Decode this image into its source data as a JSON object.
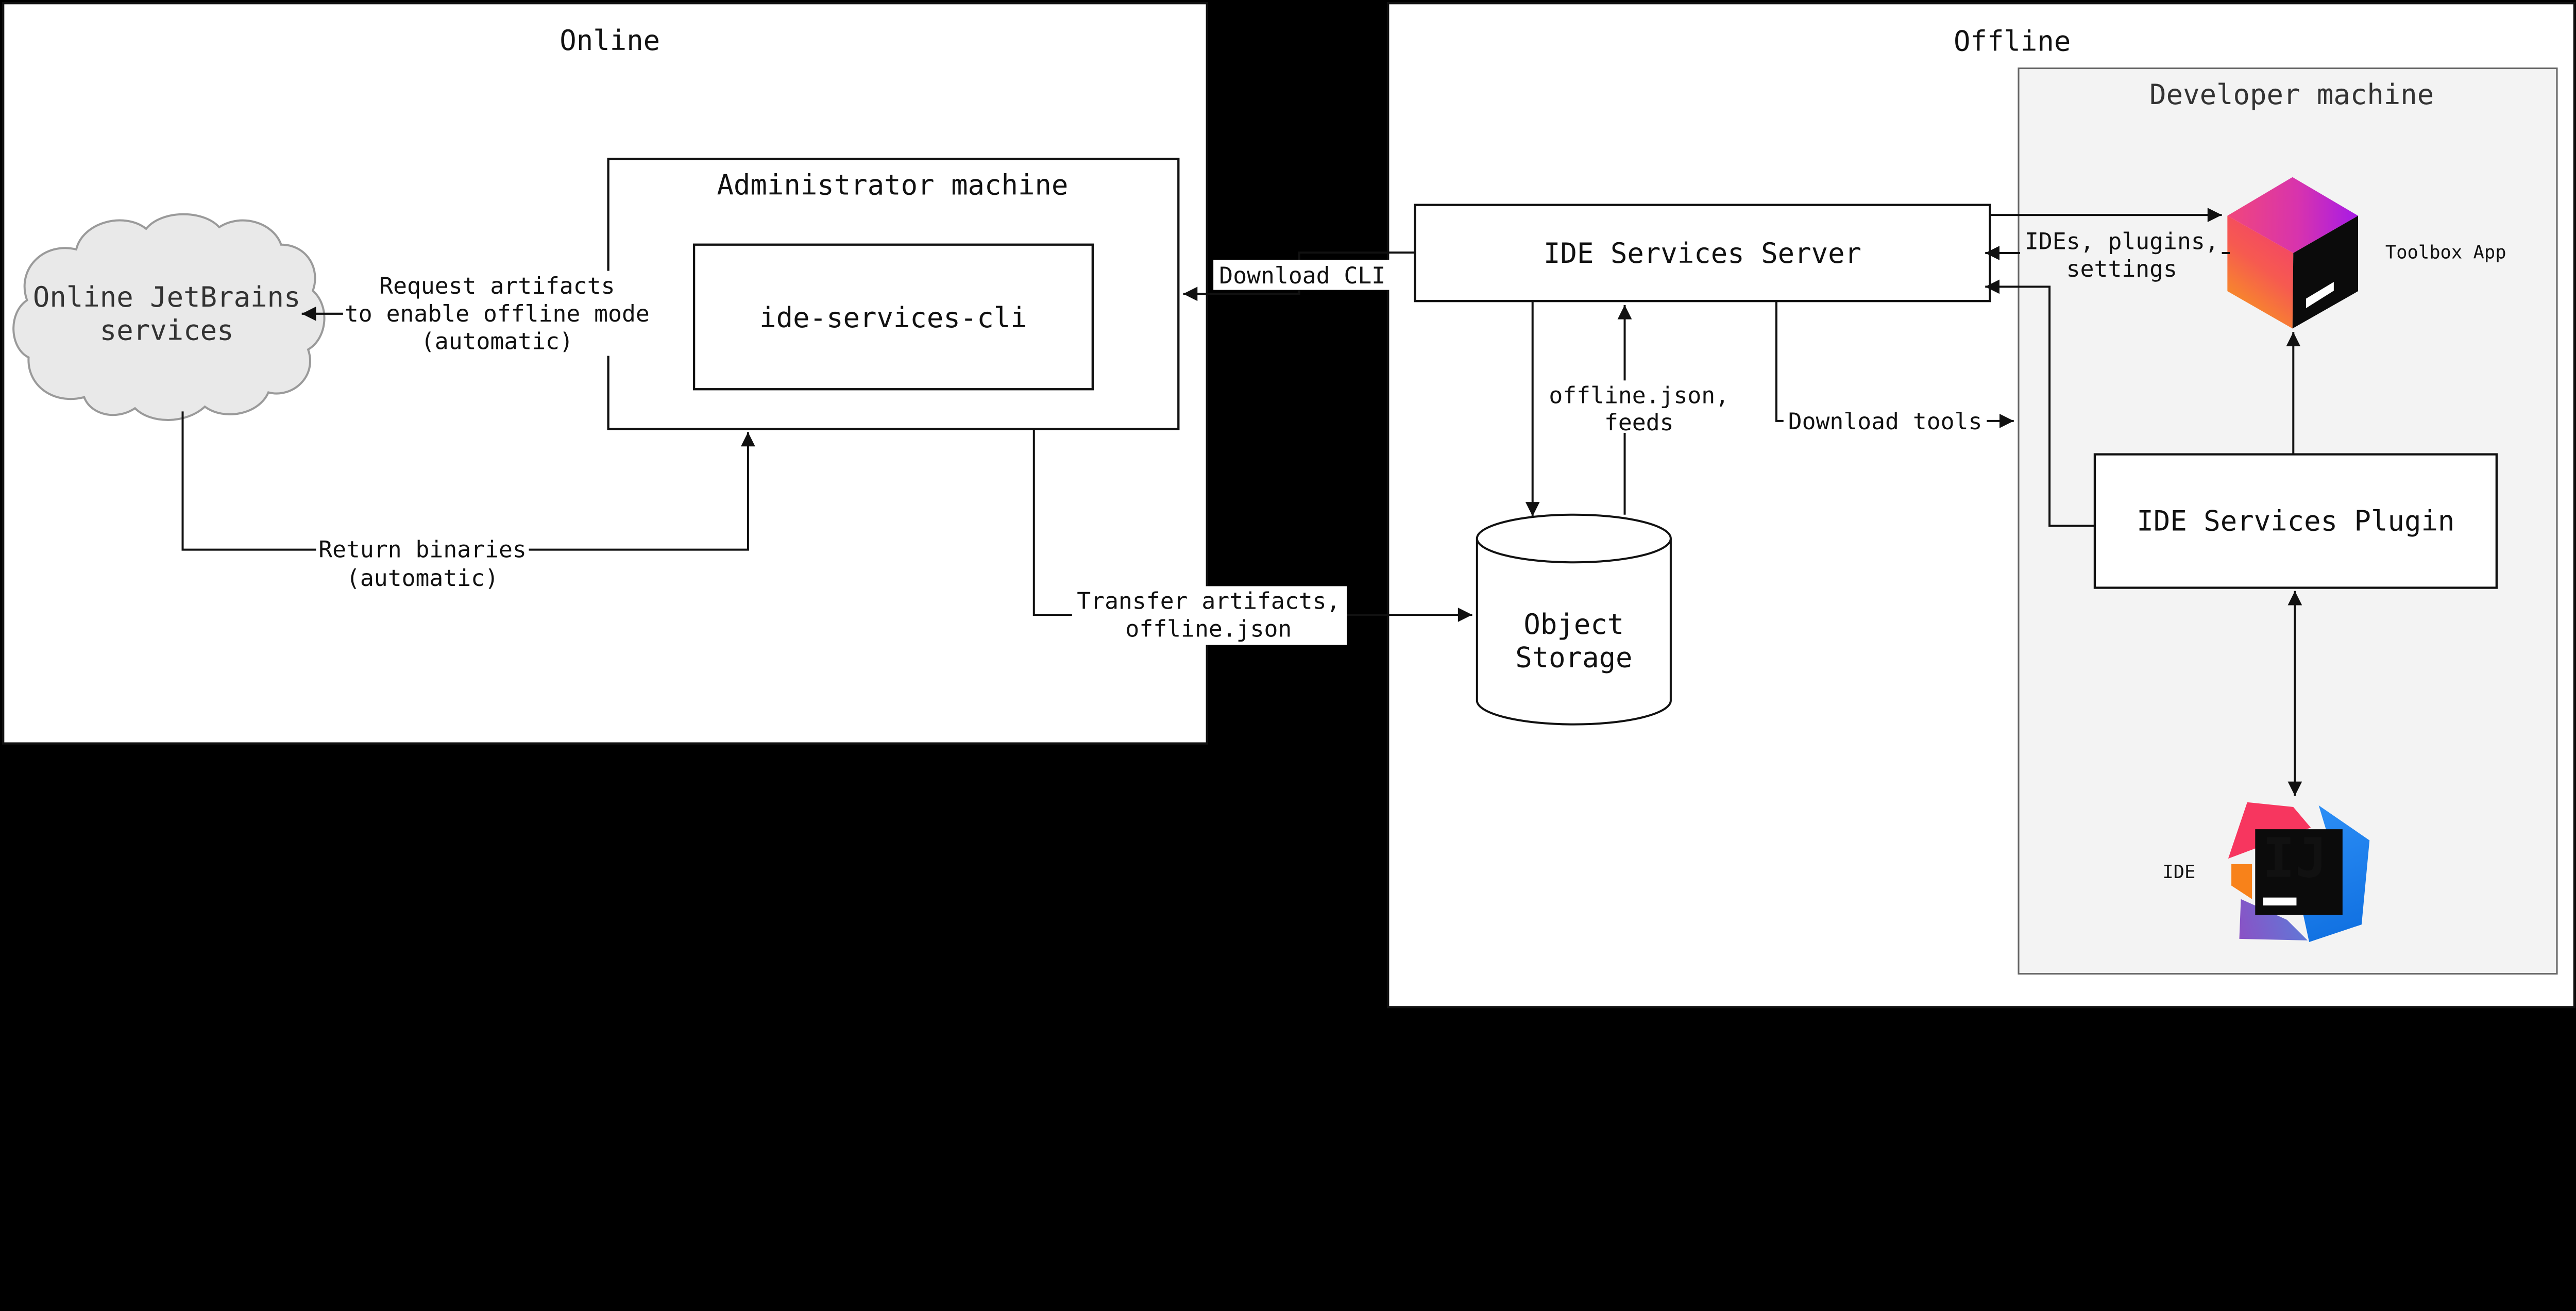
{
  "sections": {
    "online": {
      "title": "Online"
    },
    "offline": {
      "title": "Offline"
    }
  },
  "nodes": {
    "cloud": {
      "label": [
        "Online JetBrains",
        "services"
      ]
    },
    "admin_machine": {
      "title": "Administrator machine"
    },
    "cli": {
      "label": "ide-services-cli"
    },
    "server": {
      "label": "IDE Services Server"
    },
    "object_storage": {
      "label": [
        "Object",
        "Storage"
      ]
    },
    "developer_machine": {
      "title": "Developer machine"
    },
    "toolbox_app": {
      "caption": "Toolbox App"
    },
    "plugin": {
      "label": "IDE Services Plugin"
    },
    "ide": {
      "caption": "IDE",
      "logo_monogram": "IJ"
    }
  },
  "edges": {
    "request_artifacts": {
      "label": [
        "Request artifacts",
        "to enable offline mode",
        "(automatic)"
      ]
    },
    "return_binaries": {
      "label": [
        "Return binaries",
        "(automatic)"
      ]
    },
    "transfer_artifacts": {
      "label": [
        "Transfer artifacts,",
        "offline.json"
      ]
    },
    "download_cli": {
      "label": "Download CLI"
    },
    "offline_json_feeds": {
      "label": [
        "offline.json,",
        "feeds"
      ]
    },
    "download_tools": {
      "label": "Download tools"
    },
    "ides_plugins_settings": {
      "label": [
        "IDEs, plugins,",
        "settings"
      ]
    }
  },
  "colors": {
    "page_background": "#000000",
    "panel_background": "#ffffff",
    "developer_machine_fill": "#f3f3f3",
    "developer_machine_border": "#666666",
    "cloud_fill": "#e9e9e9",
    "cloud_border": "#9a9a9a",
    "edge_stroke": "#111111",
    "toolbox_gradient": [
      "#f1477b",
      "#a61ae8",
      "#f89c1b",
      "#f23a72"
    ],
    "intellij_colors": [
      "#f7365f",
      "#2185f2",
      "#f8821a",
      "#8a52c5"
    ],
    "logo_plate": "#0b0b0b"
  }
}
